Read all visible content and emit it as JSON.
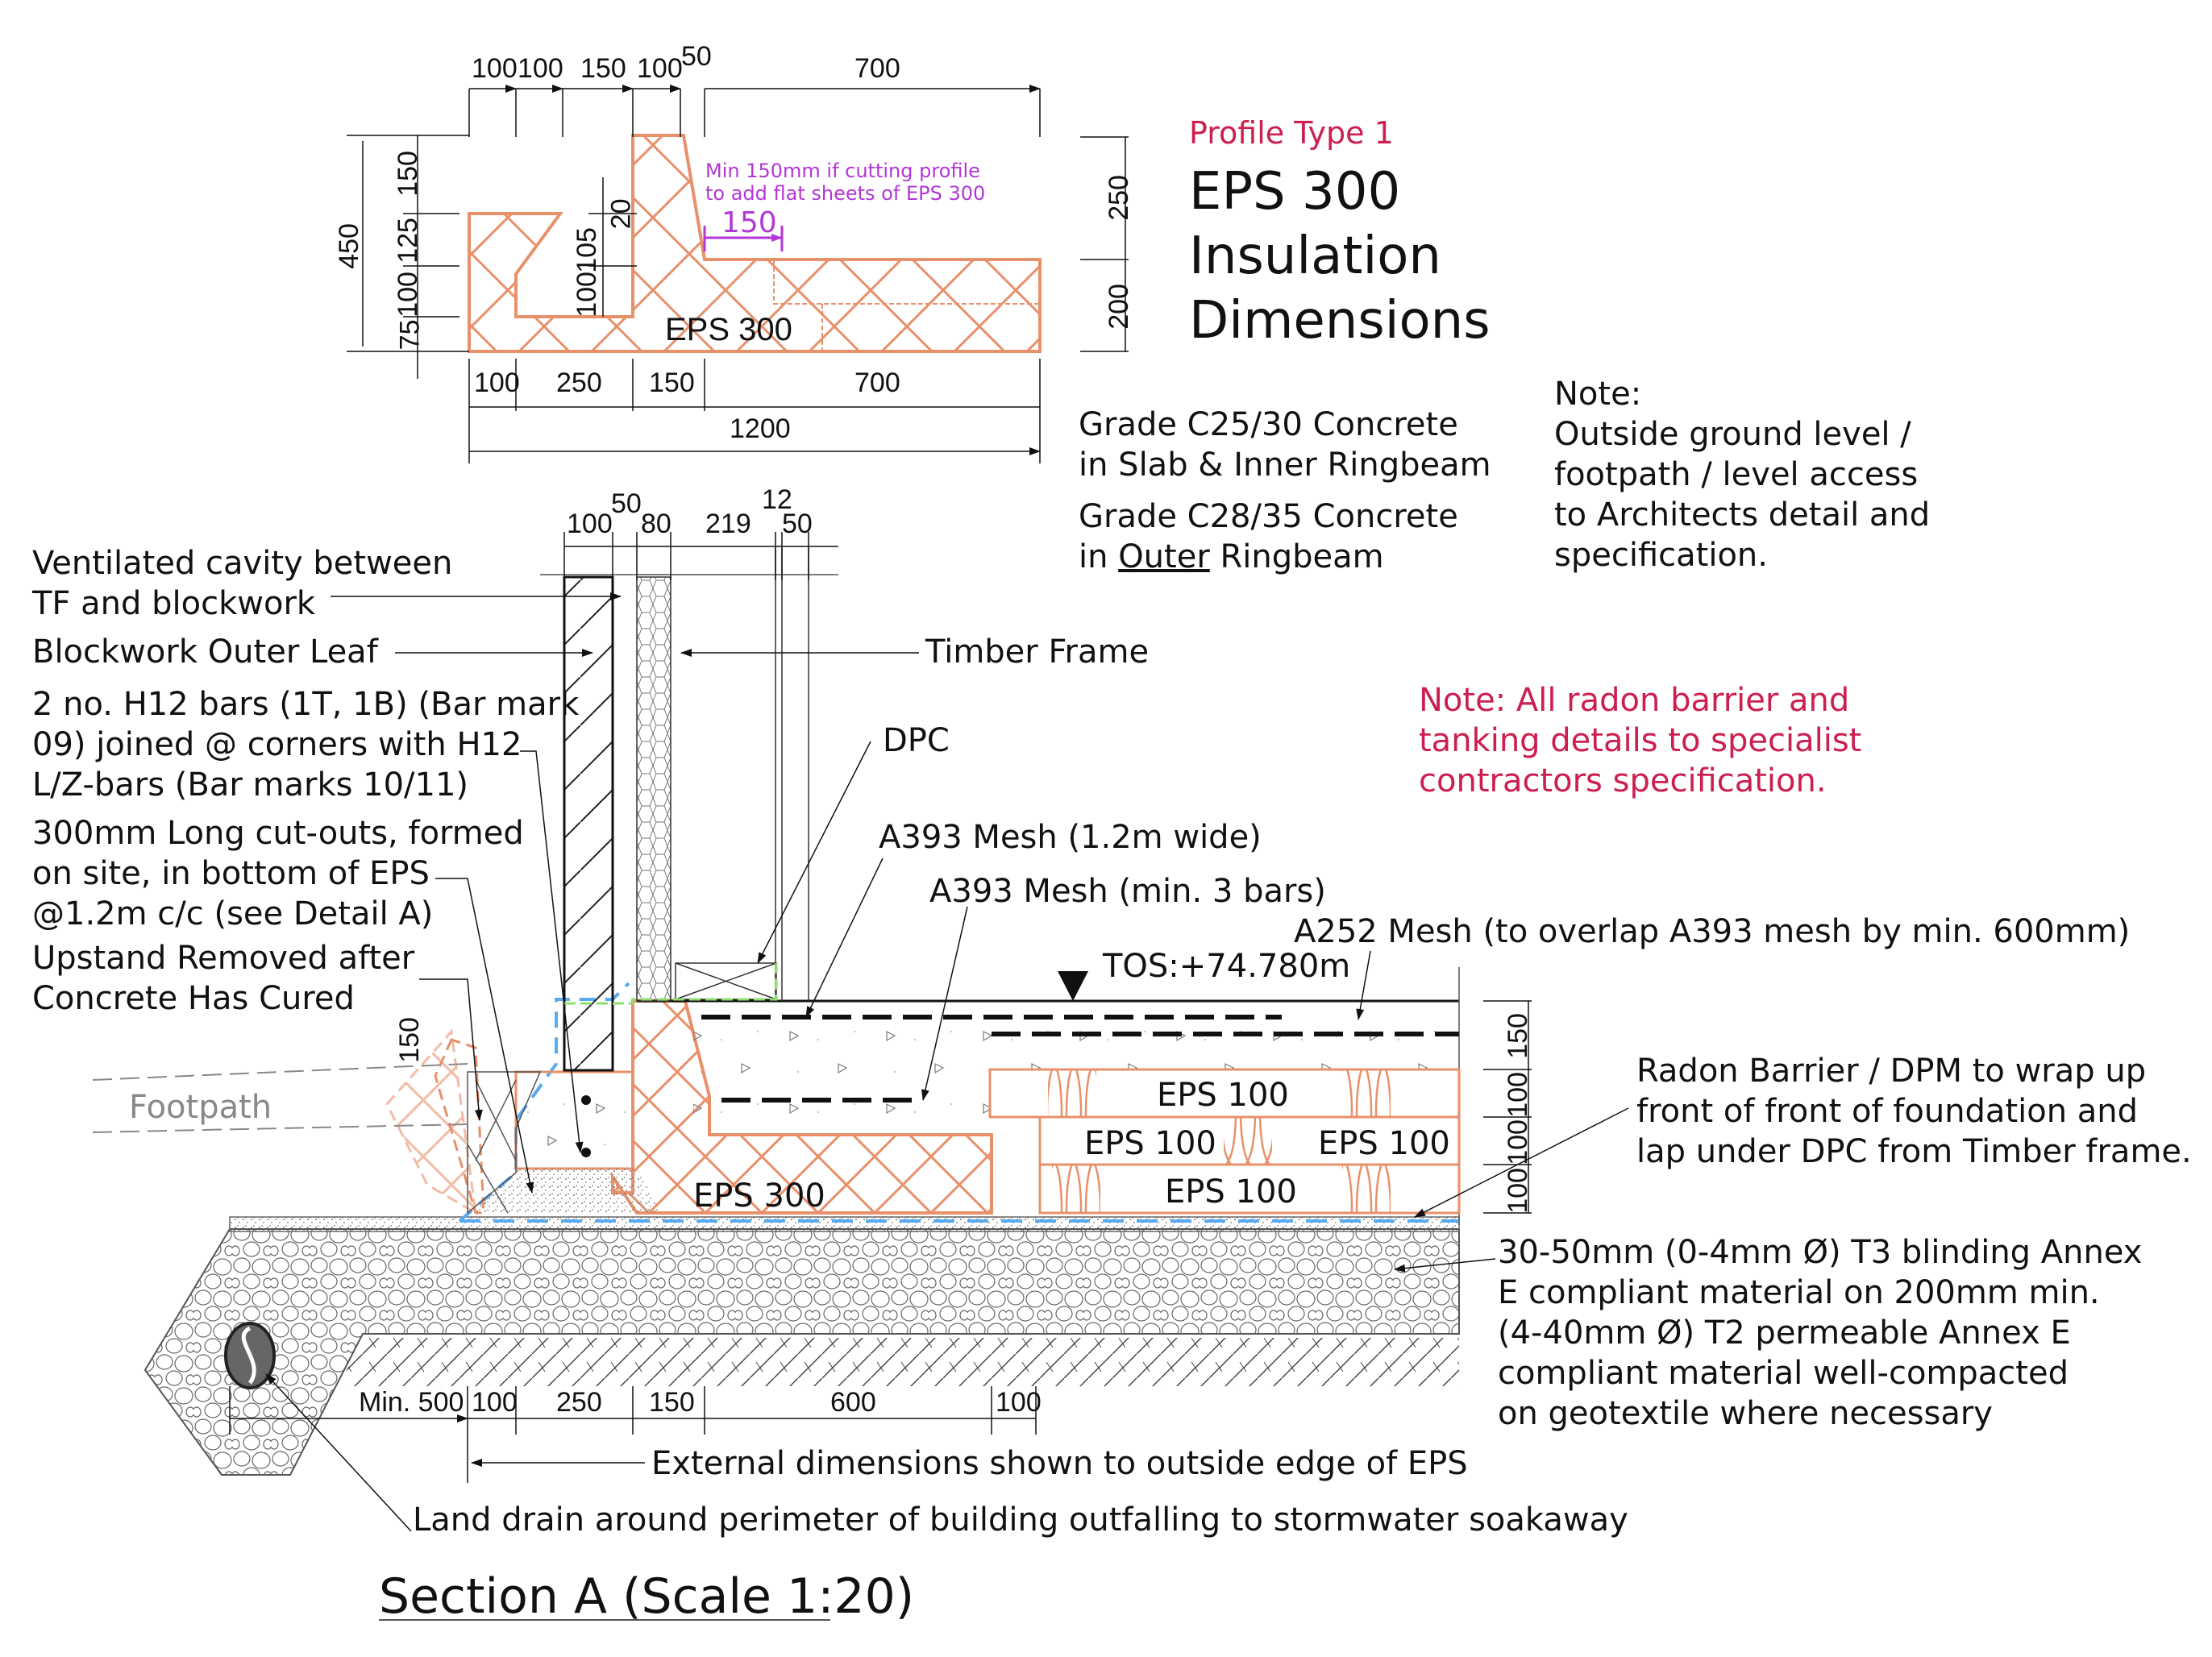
{
  "profile": {
    "subtitle": "Profile Type 1",
    "title_lines": [
      "EPS 300",
      "Insulation",
      "Dimensions"
    ],
    "material_label": "EPS 300",
    "note_purple": [
      "Min 150mm if cutting profile",
      "to add flat sheets of EPS 300"
    ],
    "dims_top": [
      "100",
      "100",
      "150",
      "100",
      "50",
      "700"
    ],
    "dims_bottom": [
      "100",
      "250",
      "150",
      "700"
    ],
    "dim_overall": "1200",
    "dims_left": [
      "150",
      "125",
      "100",
      "75"
    ],
    "dim_left_total": "450",
    "dims_inner": [
      "20",
      "105",
      "100"
    ],
    "dim_purple": "150",
    "dims_right": [
      "250",
      "200"
    ]
  },
  "concrete_notes": {
    "lines": [
      "Grade C25/30 Concrete",
      "in Slab & Inner Ringbeam",
      "Grade C28/35 Concrete"
    ],
    "last_line_prefix": "in ",
    "last_line_underlined": "Outer",
    "last_line_suffix": " Ringbeam"
  },
  "ground_note": [
    "Note:",
    "Outside ground level /",
    "footpath / level access",
    "to Architects detail and",
    "specification."
  ],
  "radon_note": [
    "Note: All radon barrier and",
    "tanking details to specialist",
    "contractors specification."
  ],
  "wall_dims": [
    "100",
    "50",
    "80",
    "219",
    "12",
    "50"
  ],
  "left_labels": {
    "cavity": [
      "Ventilated cavity between",
      "TF and blockwork"
    ],
    "blockwork": "Blockwork Outer Leaf",
    "bars": [
      "2 no. H12 bars (1T, 1B) (Bar mark",
      "09) joined @ corners with H12",
      "L/Z-bars (Bar marks 10/11)"
    ],
    "cutouts": [
      "300mm Long cut-outs, formed",
      "on site, in bottom of EPS",
      "@1.2m c/c (see Detail A)"
    ],
    "upstand": [
      "Upstand Removed after",
      "Concrete Has Cured"
    ],
    "footpath": "Footpath"
  },
  "section_labels": {
    "timber_frame": "Timber Frame",
    "dpc": "DPC",
    "mesh1": "A393 Mesh (1.2m wide)",
    "mesh2": "A393 Mesh (min. 3 bars)",
    "mesh3": "A252 Mesh (to overlap A393 mesh by min. 600mm)",
    "tos": "TOS:+74.780m",
    "eps300": "EPS 300",
    "eps100": [
      "EPS 100",
      "EPS 100",
      "EPS 100",
      "EPS 100"
    ],
    "upstand_dim": "150",
    "right_dims": [
      "150",
      "100",
      "100",
      "100"
    ]
  },
  "radon_barrier": [
    "Radon Barrier / DPM to wrap up",
    "front of front of foundation and",
    "lap under DPC from Timber frame."
  ],
  "blinding": [
    "30-50mm (0-4mm Ø) T3 blinding Annex",
    "E compliant material on 200mm min.",
    "(4-40mm Ø) T2 permeable Annex E",
    "compliant material well-compacted",
    "on geotextile where necessary"
  ],
  "bottom_dims": [
    "Min. 500",
    "100",
    "250",
    "150",
    "600",
    "100"
  ],
  "external_note": "External dimensions shown to outside edge of EPS",
  "land_drain": "Land drain around perimeter of building outfalling to stormwater soakaway",
  "section_title": "Section A (Scale 1:20)",
  "colors": {
    "eps": "#e8906a",
    "red_text": "#cc1f4f",
    "purple": "#b336d8",
    "dpm_blue": "#5aaaf0",
    "dpc_green": "#8fe06a"
  }
}
